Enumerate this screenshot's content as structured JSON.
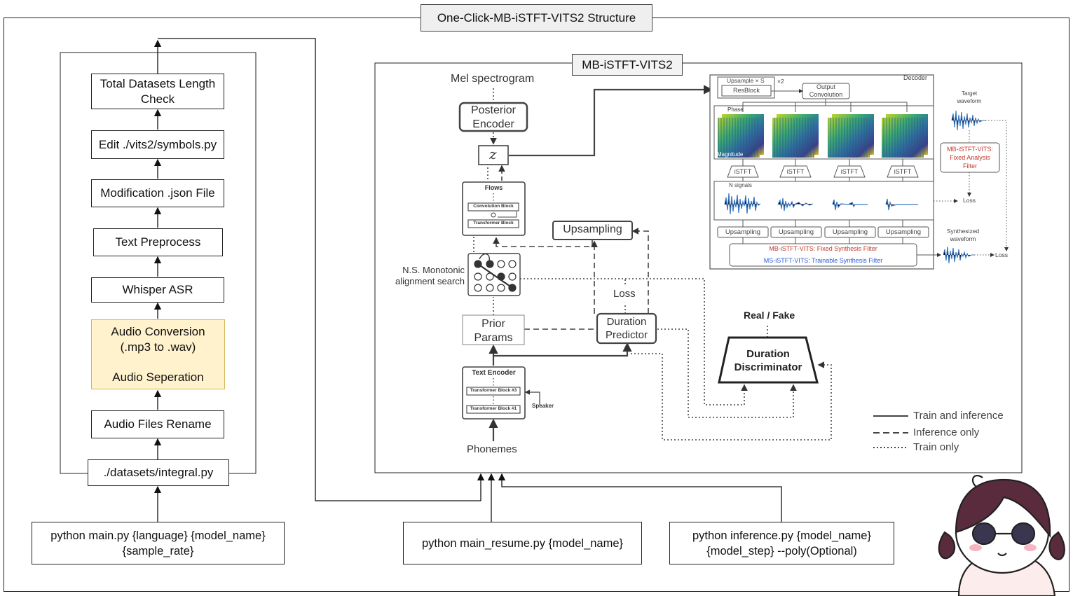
{
  "title": "One-Click-MB-iSTFT-VITS2 Structure",
  "pipeline": {
    "steps": [
      "Total Datasets Length Check",
      "Edit ./vits2/symbols.py",
      "Modification .json File",
      "Text Preprocess",
      "Whisper ASR",
      "Audio Conversion (.mp3 to .wav)",
      "Audio Seperation",
      "Audio Files Rename",
      "./datasets/integral.py"
    ],
    "step_lines": {
      "total_1": "Total Datasets Length",
      "total_2": "Check",
      "audio_conv_1": "Audio Conversion",
      "audio_conv_2": "(.mp3 to .wav)",
      "audio_sep": "Audio Seperation"
    }
  },
  "commands": {
    "main_1": "python main.py {language} {model_name}",
    "main_2": "{sample_rate}",
    "resume": "python main_resume.py {model_name}",
    "inference_1": "python inference.py {model_name}",
    "inference_2": "{model_step} --poly(Optional)"
  },
  "model": {
    "title": "MB-iSTFT-VITS2",
    "mel": "Mel spectrogram",
    "posterior_1": "Posterior",
    "posterior_2": "Encoder",
    "z": "z",
    "flows": "Flows",
    "conv_block": "Convolution Block",
    "transformer_block": "Transformer Block",
    "upsampling": "Upsampling",
    "ns_1": "N.S. Monotonic",
    "ns_2": "alignment search",
    "loss": "Loss",
    "prior_1": "Prior",
    "prior_2": "Params",
    "duration_1": "Duration",
    "duration_2": "Predictor",
    "text_encoder": "Text Encoder",
    "tb3": "Transformer Block #3",
    "tb1": "Transformer Block #1",
    "speaker": "Speaker",
    "phonemes": "Phonemes",
    "real_fake": "Real / Fake",
    "disc_1": "Duration",
    "disc_2": "Discriminator"
  },
  "decoder": {
    "label": "Decoder",
    "upsample": "Upsample × S",
    "times2": "×2",
    "resblock": "ResBlock",
    "output_1": "Output",
    "output_2": "Convolution",
    "phase": "Phase",
    "magnitude": "Magnitude",
    "istft": "iSTFT",
    "n_signals": "N signals",
    "upsampling": "Upsampling",
    "fixed_synth": "MB-iSTFT-VITS: Fixed Synthesis Filter",
    "trainable_synth": "MS-iSTFT-VITS: Trainable Synthesis Filter",
    "target_1": "Target",
    "target_2": "waveform",
    "analysis_1": "MB-iSTFT-VITS:",
    "analysis_2": "Fixed Analysis",
    "analysis_3": "Filter",
    "loss": "Loss",
    "synth_1": "Synthesized",
    "synth_2": "waveform"
  },
  "legend": {
    "solid": "Train and inference",
    "dashed": "Inference only",
    "dotted": "Train only"
  },
  "colors": {
    "highlight_fill": "#fff2cc",
    "highlight_border": "#d6b656",
    "red_text": "#c0392b",
    "blue_text": "#2a5bd7",
    "wave": "#3a78c2"
  }
}
